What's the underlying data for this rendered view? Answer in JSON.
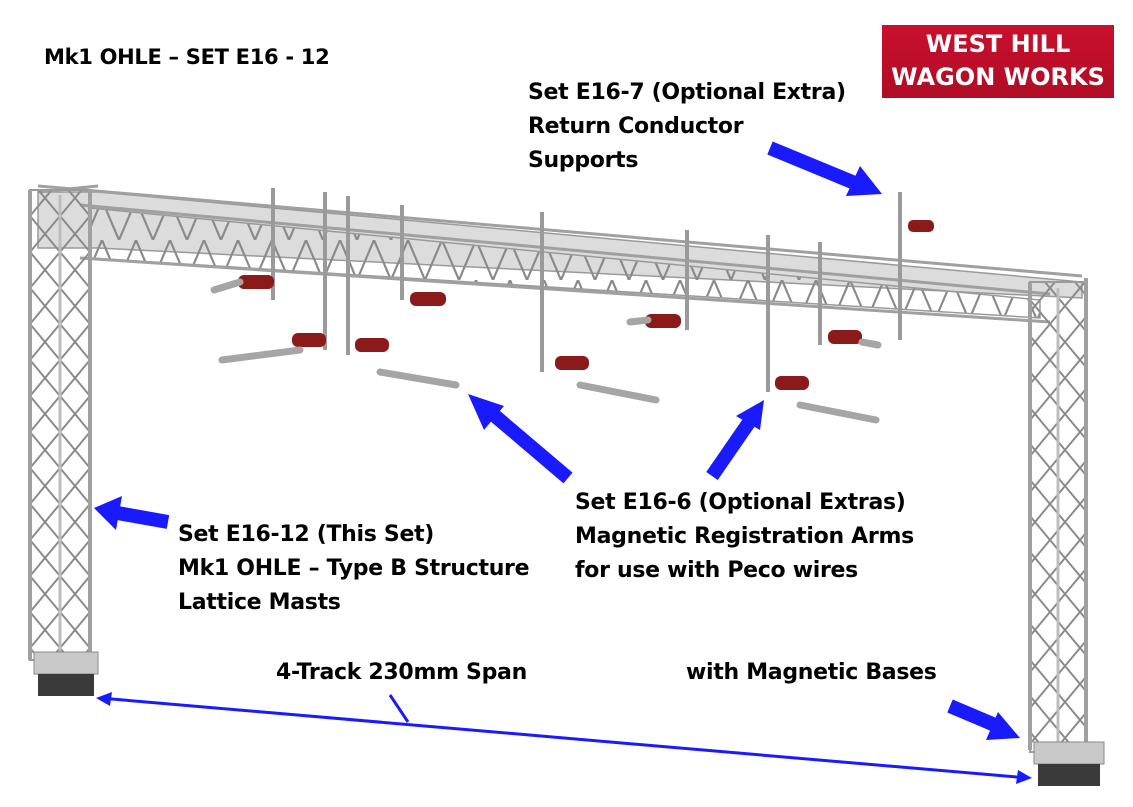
{
  "title": "Mk1 OHLE – SET E16 - 12",
  "logo": {
    "line1": "WEST HILL",
    "line2": "WAGON WORKS"
  },
  "callouts": {
    "e16_7": {
      "line1": "Set E16-7 (Optional Extra)",
      "line2": "Return Conductor",
      "line3": "Supports"
    },
    "e16_6": {
      "line1": "Set E16-6 (Optional Extras)",
      "line2": "Magnetic Registration Arms",
      "line3": "for use with Peco wires"
    },
    "e16_12": {
      "line1": "Set E16-12 (This Set)",
      "line2": "Mk1 OHLE – Type B Structure",
      "line3": "Lattice Masts"
    },
    "span": "4-Track 230mm Span",
    "bases": "with Magnetic Bases"
  },
  "colors": {
    "arrow": "#1a1aff",
    "insulator": "#8b1a1a",
    "steel": "#b8b8b8",
    "brand": "#c8102e"
  }
}
